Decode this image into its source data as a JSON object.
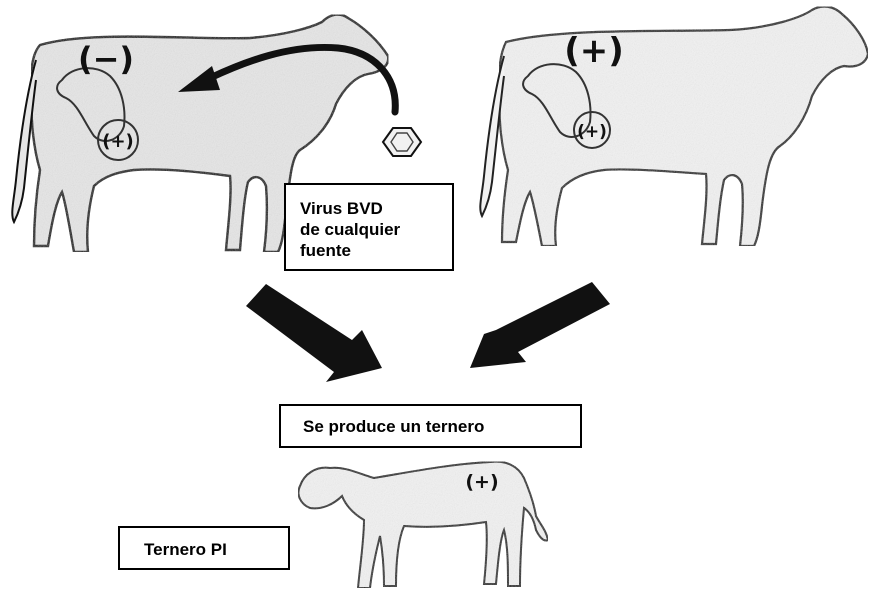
{
  "labels": {
    "virus_line1": "Virus BVD",
    "virus_line2": "de cualquier",
    "virus_line3": "fuente",
    "calf_produced": "Se produce un ternero",
    "pi_calf": "Ternero PI"
  },
  "signs": {
    "left_cow_body": "(−)",
    "left_cow_fetus": "(+)",
    "right_cow_body": "(+)",
    "right_cow_fetus": "(+)",
    "calf": "(+)"
  },
  "colors": {
    "ink": "#111111",
    "animal_fill": "#ececec",
    "animal_fill_light": "#f4f4f4"
  }
}
